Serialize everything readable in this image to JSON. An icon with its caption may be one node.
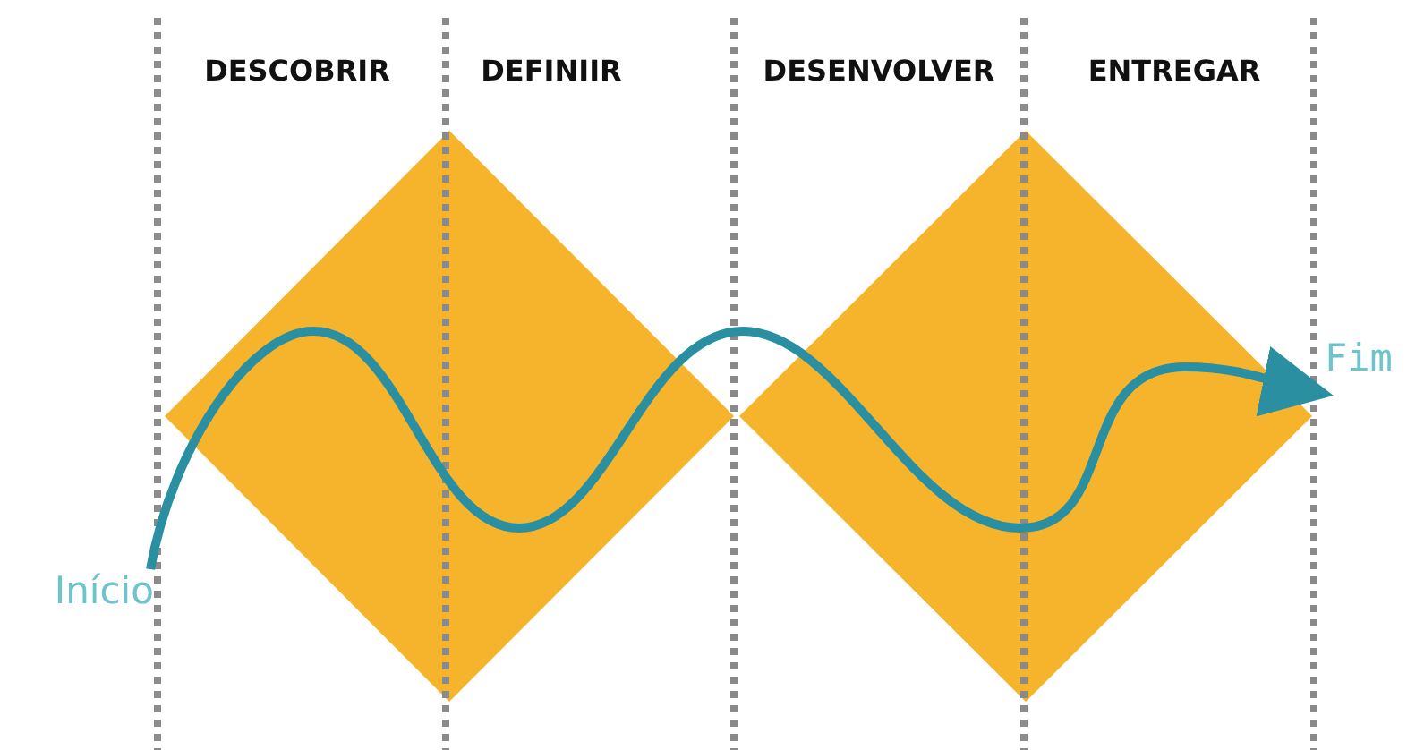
{
  "diagram": {
    "nodes": [
      {
        "text": [
          "Início"
        ]
      },
      {
        "text": [
          "Fim"
        ]
      }
    ],
    "edges": [
      {
        "from": 0,
        "to": 1,
        "arrow": "to"
      }
    ],
    "labels": [
      "DESCOBRIR",
      "DEFINIIR",
      "DESENVOLVER",
      "ENTREGAR"
    ]
  }
}
